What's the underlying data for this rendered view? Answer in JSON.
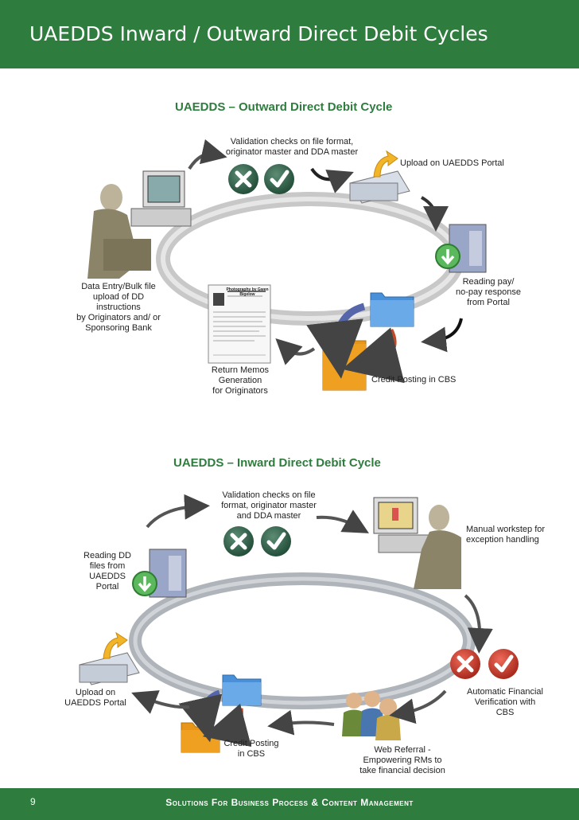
{
  "header": {
    "title": "UAEDDS Inward / Outward Direct Debit Cycles"
  },
  "outward": {
    "title": "UAEDDS – Outward Direct Debit Cycle",
    "validation": "Validation checks on file format,\noriginator master and DDA master",
    "upload": "Upload on UAEDDS Portal",
    "reading": "Reading pay/\nno-pay response\nfrom Portal",
    "credit": "Credit Posting in CBS",
    "memos": "Return Memos\nGeneration\nfor Originators",
    "entry": "Data Entry/Bulk file\nupload of DD\ninstructions\nby Originators and/ or\nSponsoring Bank",
    "memo_doc_title": "Photography by Gwen Bigelow"
  },
  "inward": {
    "title": "UAEDDS – Inward Direct Debit Cycle",
    "validation": "Validation checks on file\nformat, originator master\nand DDA master",
    "manual": "Manual workstep for\nexception handling",
    "reading": "Reading DD\nfiles from\nUAEDDS\nPortal",
    "auto": "Automatic Financial\nVerification with\nCBS",
    "upload": "Upload on\nUAEDDS Portal",
    "credit": "Credit Posting\nin CBS",
    "web": "Web Referral -\nEmpowering RMs to\ntake financial decision"
  },
  "footer": {
    "page": "9",
    "text": "Solutions For Business Process & Content Management"
  },
  "colors": {
    "brand_green": "#2e7d3e",
    "reject_red": "#c0392b",
    "check_red": "#d9534f",
    "folder_orange": "#f0a020",
    "folder_blue": "#4a90d9"
  }
}
